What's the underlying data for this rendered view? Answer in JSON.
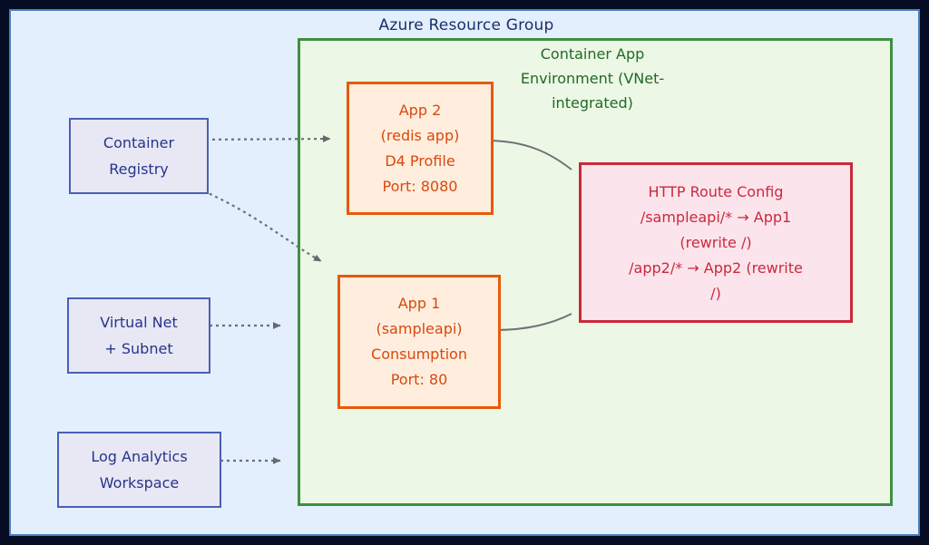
{
  "diagram": {
    "title": "Azure Resource Group",
    "environment_label": "Container App Environment (VNet-integrated)",
    "environment_lines": [
      "Container App",
      "Environment (VNet-",
      "integrated)"
    ],
    "colors": {
      "outer_background": "#050b22",
      "canvas_background": "#e3effc",
      "canvas_border": "#4a7fc1",
      "title_text": "#1b2f6b",
      "environment_fill": "#edf7e6",
      "environment_border": "#3f8f3f",
      "environment_text": "#1f6b24",
      "app_fill": "#ffeedd",
      "app_border": "#e8590c",
      "app_text": "#d9480f",
      "route_fill": "#fce4ec",
      "route_border": "#c92a3c",
      "route_text": "#c92a3c",
      "resource_fill": "#e8e8f4",
      "resource_border": "#4a5fb5",
      "resource_text": "#26348c",
      "connector_line": "#555555"
    }
  },
  "resources": [
    {
      "id": "container-registry",
      "lines": [
        "Container",
        "Registry"
      ]
    },
    {
      "id": "virtual-net-subnet",
      "lines": [
        "Virtual Net",
        "+ Subnet"
      ]
    },
    {
      "id": "log-analytics-workspace",
      "lines": [
        "Log Analytics",
        "Workspace"
      ]
    }
  ],
  "apps": [
    {
      "id": "app2",
      "name": "App 2",
      "subtitle": "(redis app)",
      "profile": "D4 Profile",
      "port": "Port: 8080"
    },
    {
      "id": "app1",
      "name": "App 1",
      "subtitle": "(sampleapi)",
      "profile": "Consumption",
      "port": "Port: 80"
    }
  ],
  "route_config": {
    "title": "HTTP Route Config",
    "rules": [
      "/sampleapi/* → App1",
      "(rewrite /)",
      "/app2/* → App2 (rewrite",
      "/)"
    ]
  },
  "connectors": [
    {
      "id": "registry-to-app2",
      "style": "dashed",
      "arrow": true
    },
    {
      "id": "registry-to-app1",
      "style": "dashed",
      "arrow": true
    },
    {
      "id": "vnet-to-app1",
      "style": "dashed",
      "arrow": true
    },
    {
      "id": "logs-to-environment",
      "style": "dashed",
      "arrow": true
    },
    {
      "id": "app2-to-route",
      "style": "solid",
      "arrow": false
    },
    {
      "id": "app1-to-route",
      "style": "solid",
      "arrow": false
    }
  ]
}
